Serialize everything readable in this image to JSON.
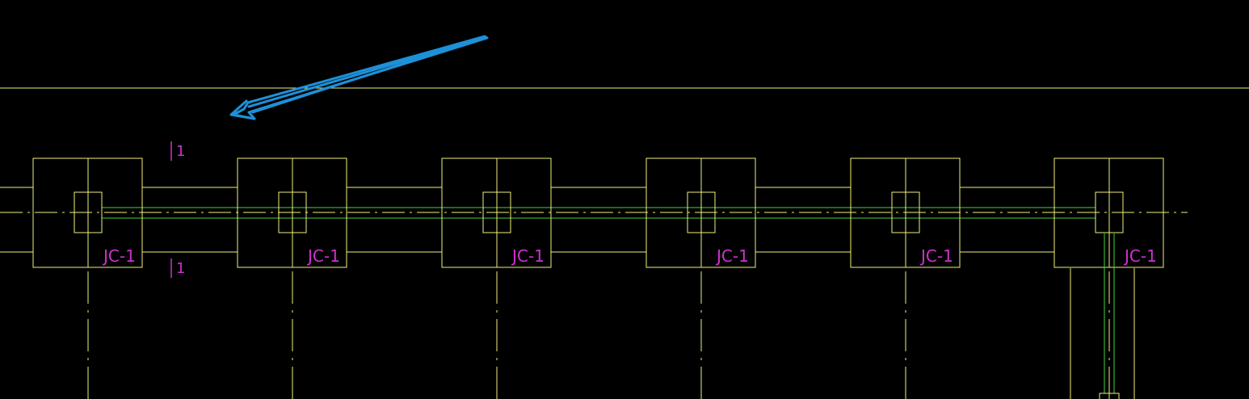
{
  "drawing": {
    "footing_label": "JC-1",
    "section_marks": [
      "1",
      "1"
    ],
    "footing_count": 6
  },
  "colors": {
    "background": "#000000",
    "outline": "#f0f07a",
    "tie_beam": "#3ed43e",
    "label": "#cc33cc",
    "arrow": "#1e90d8"
  }
}
